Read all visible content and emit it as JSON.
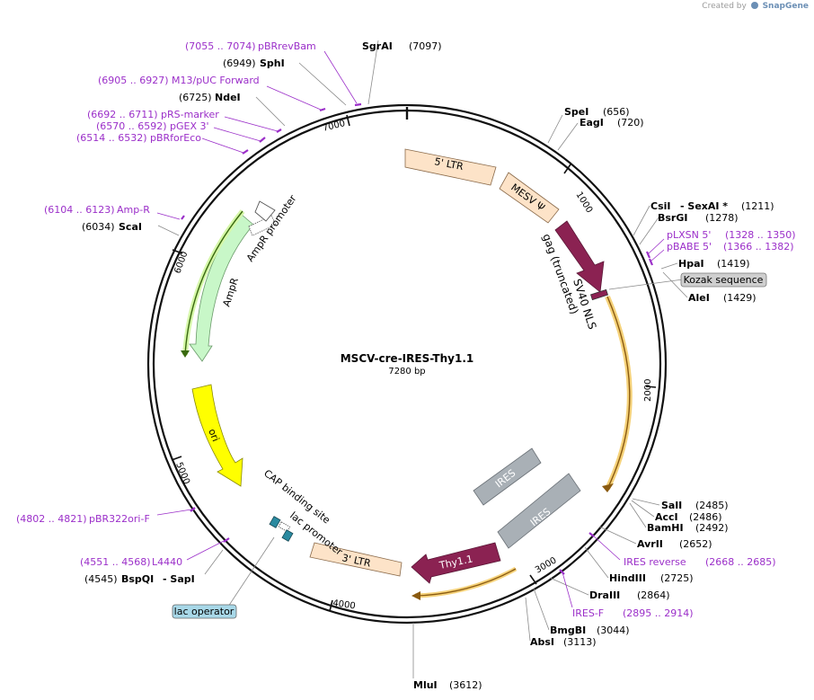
{
  "credit": {
    "prefix": "Created by",
    "brand": "SnapGene"
  },
  "plasmid": {
    "name": "MSCV-cre-IRES-Thy1.1",
    "size_label": "7280 bp"
  },
  "ticks": {
    "t1000": "1000",
    "t2000": "2000",
    "t3000": "3000",
    "t4000": "4000",
    "t5000": "5000",
    "t6000": "6000",
    "t7000": "7000"
  },
  "sites": {
    "sgrai": {
      "name": "SgrAI",
      "pos": "(7097)"
    },
    "sphi": {
      "name": "SphI",
      "pos": "(6949)"
    },
    "ndei": {
      "name": "NdeI",
      "pos": "(6725)"
    },
    "scai": {
      "name": "ScaI",
      "pos": "(6034)"
    },
    "spei": {
      "name": "SpeI",
      "pos": "(656)"
    },
    "eagi": {
      "name": "EagI",
      "pos": "(720)"
    },
    "csii": {
      "name": "CsiI",
      "name2": "- SexAI *",
      "pos": "(1211)"
    },
    "bsrgi": {
      "name": "BsrGI",
      "pos": "(1278)"
    },
    "hpai": {
      "name": "HpaI",
      "pos": "(1419)"
    },
    "alei": {
      "name": "AleI",
      "pos": "(1429)"
    },
    "sali": {
      "name": "SalI",
      "pos": "(2485)"
    },
    "acci": {
      "name": "AccI",
      "pos": "(2486)"
    },
    "bamhi": {
      "name": "BamHI",
      "pos": "(2492)"
    },
    "avrii": {
      "name": "AvrII",
      "pos": "(2652)"
    },
    "hindiii": {
      "name": "HindIII",
      "pos": "(2725)"
    },
    "draiii": {
      "name": "DraIII",
      "pos": "(2864)"
    },
    "bmgbi": {
      "name": "BmgBI",
      "pos": "(3044)"
    },
    "absi": {
      "name": "AbsI",
      "pos": "(3113)"
    },
    "mlui": {
      "name": "MluI",
      "pos": "(3612)"
    },
    "bspqi": {
      "name": "BspQI",
      "name2": "- SapI",
      "pos": "(4545)"
    }
  },
  "primers": {
    "pbrrevbam": {
      "range": "(7055 .. 7074)",
      "name": "pBRrevBam"
    },
    "m13": {
      "range": "(6905 .. 6927)",
      "name": "M13/pUC Forward"
    },
    "prs": {
      "range": "(6692 .. 6711)",
      "name": "pRS-marker"
    },
    "pgex": {
      "range": "(6570 .. 6592)",
      "name": "pGEX 3'"
    },
    "pbrfor": {
      "range": "(6514 .. 6532)",
      "name": "pBRforEco"
    },
    "ampr": {
      "range": "(6104 .. 6123)",
      "name": "Amp-R"
    },
    "plxsn": {
      "name": "pLXSN 5'",
      "range": "(1328 .. 1350)"
    },
    "pbabe": {
      "name": "pBABE 5'",
      "range": "(1366 .. 1382)"
    },
    "iresrev": {
      "name": "IRES reverse",
      "range": "(2668 .. 2685)"
    },
    "iresf": {
      "name": "IRES-F",
      "range": "(2895 .. 2914)"
    },
    "pbr322": {
      "range": "(4802 .. 4821)",
      "name": "pBR322ori-F"
    },
    "l4440": {
      "range": "(4551 .. 4568)",
      "name": "L4440"
    }
  },
  "features": {
    "ltr5": "5' LTR",
    "mesv": "MESV Ψ",
    "gag": "gag (truncated)",
    "sv40": "SV40 NLS",
    "kozak": "Kozak sequence",
    "ires_inner": "IRES",
    "ires_outer": "IRES",
    "thy": "Thy1.1",
    "ltr3": "3' LTR",
    "cap": "CAP binding site",
    "lacp": "lac promoter",
    "lacop": "lac operator",
    "ori": "ori",
    "ampr": "AmpR",
    "amprp": "AmpR promoter"
  },
  "colors": {
    "ltr": "#fde3c8",
    "mesv": "#fde3c8",
    "gag": "#8b2252",
    "thy": "#8b2252",
    "ires": "#a9b0b6",
    "ori": "#ffff00",
    "ampr": "#c8f7c8",
    "cre_highlight": "#f5d27a",
    "primer": "#9b2fc9",
    "lacop": "#a8d8e8"
  }
}
